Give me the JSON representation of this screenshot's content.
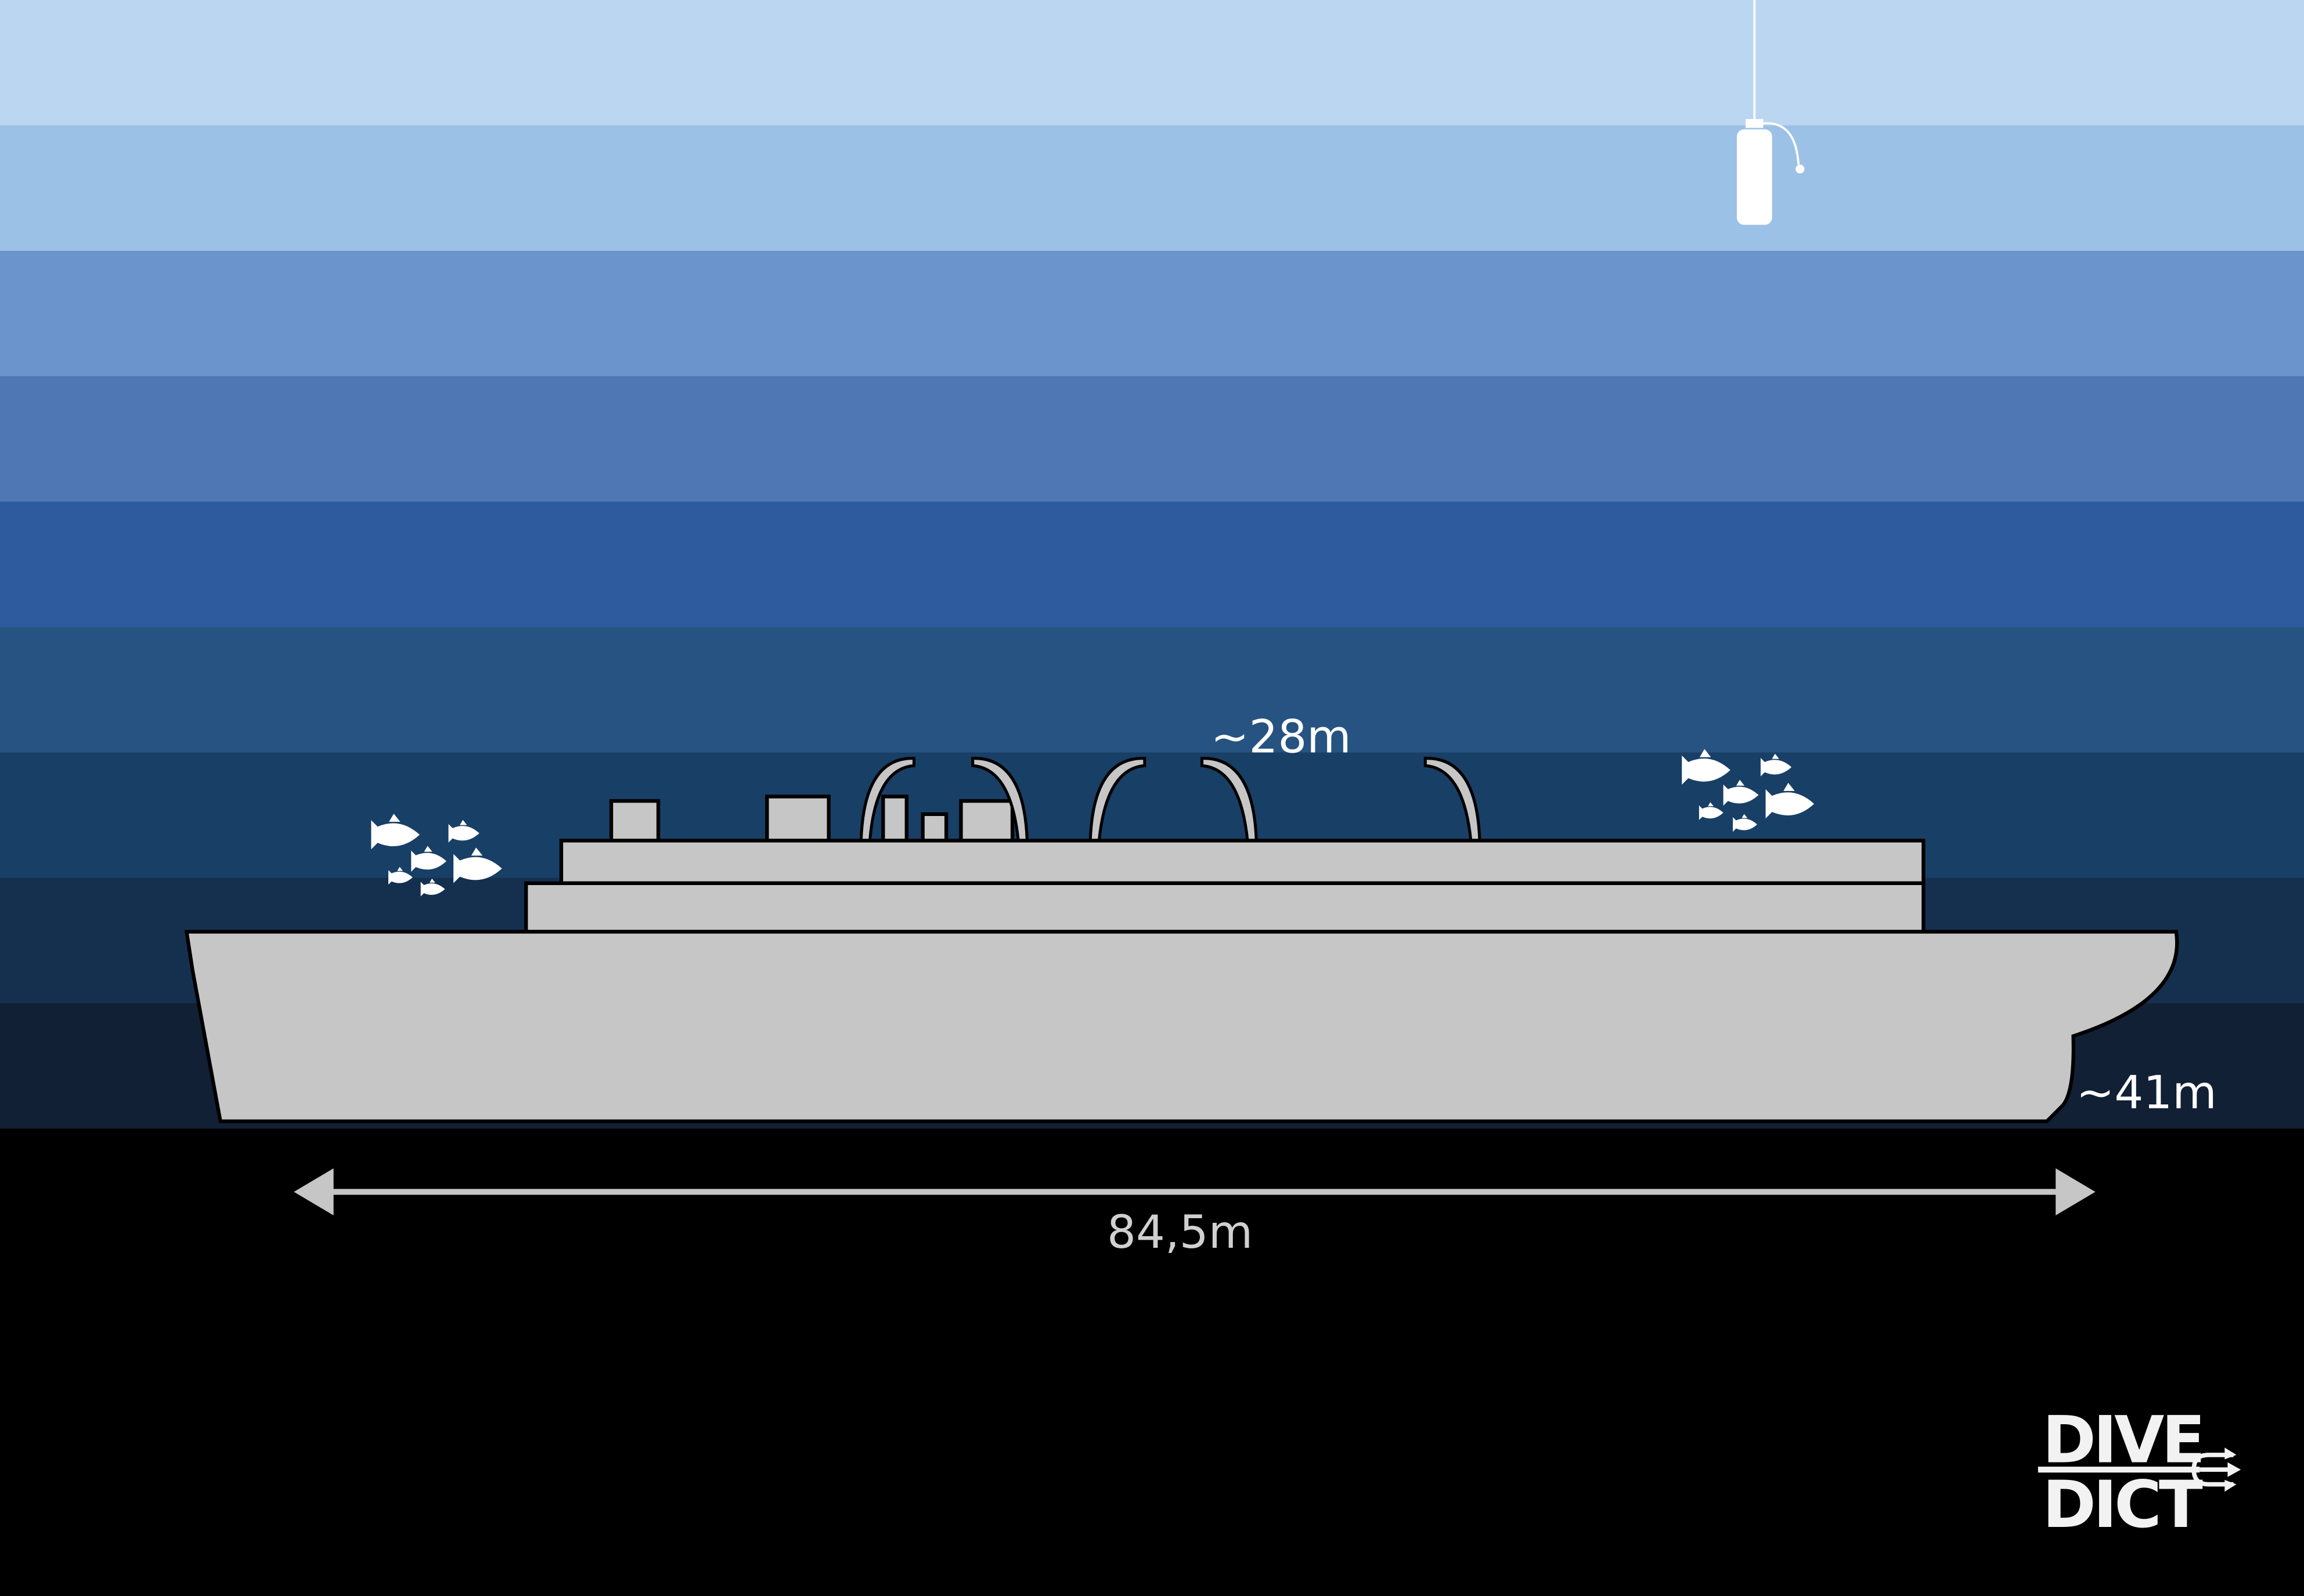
{
  "diagram": {
    "title": "Wreck dive profile",
    "water_band_colors": [
      "#bad6f0",
      "#9bc1e6",
      "#6a94cb",
      "#4e77b3",
      "#2e5b9e",
      "#275382",
      "#183f66",
      "#15304f",
      "#122035"
    ],
    "seabed_color": "#000000",
    "ship_color": "#c6c6c6",
    "labels": {
      "top_depth": "~28m",
      "bottom_depth": "~41m",
      "length": "84,5m"
    },
    "icons": [
      "dive-tank-icon",
      "fish-school-icon"
    ]
  },
  "logo": {
    "line1": "DIVE",
    "line2": "DICT"
  }
}
